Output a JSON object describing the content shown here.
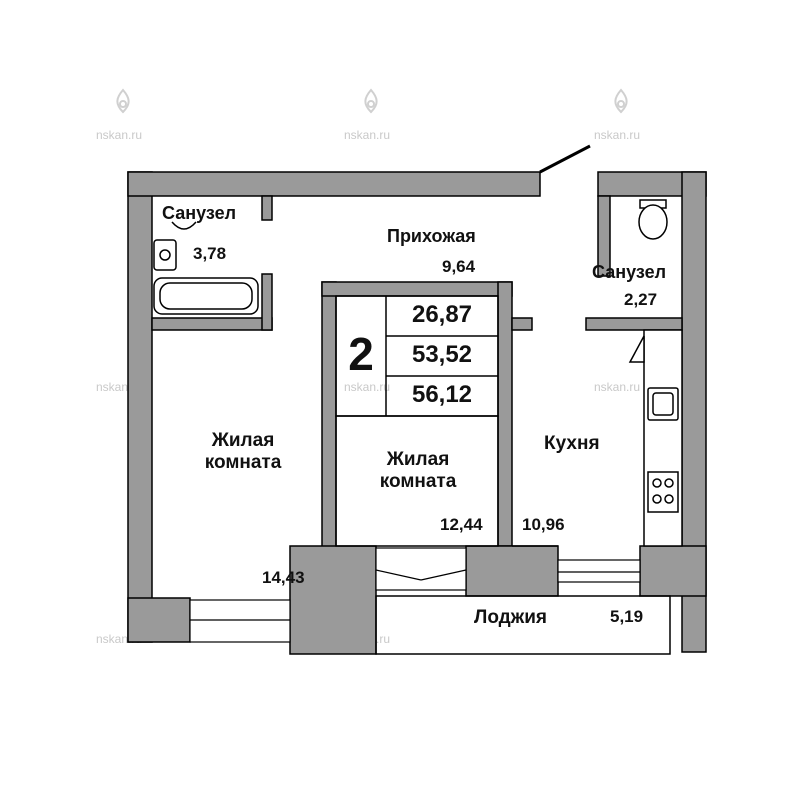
{
  "watermark": {
    "text": "nskan.ru"
  },
  "summary": {
    "rooms": "2",
    "living_area": "26,87",
    "total_area": "53,52",
    "total_with_balcony": "56,12"
  },
  "rooms": {
    "bathroom_1": {
      "label": "Санузел",
      "area": "3,78"
    },
    "hallway": {
      "label": "Прихожая",
      "area": "9,64"
    },
    "bathroom_2": {
      "label": "Санузел",
      "area": "2,27"
    },
    "living_room_1": {
      "label_line1": "Жилая",
      "label_line2": "комната",
      "area": "14,43"
    },
    "living_room_2": {
      "label_line1": "Жилая",
      "label_line2": "комната",
      "area": "12,44"
    },
    "kitchen": {
      "label": "Кухня",
      "area": "10,96"
    },
    "loggia": {
      "label": "Лоджия",
      "area": "5,19"
    }
  },
  "colors": {
    "wall": "#9a9a9a",
    "outline": "#000000",
    "watermark": "#c9c9c9"
  }
}
